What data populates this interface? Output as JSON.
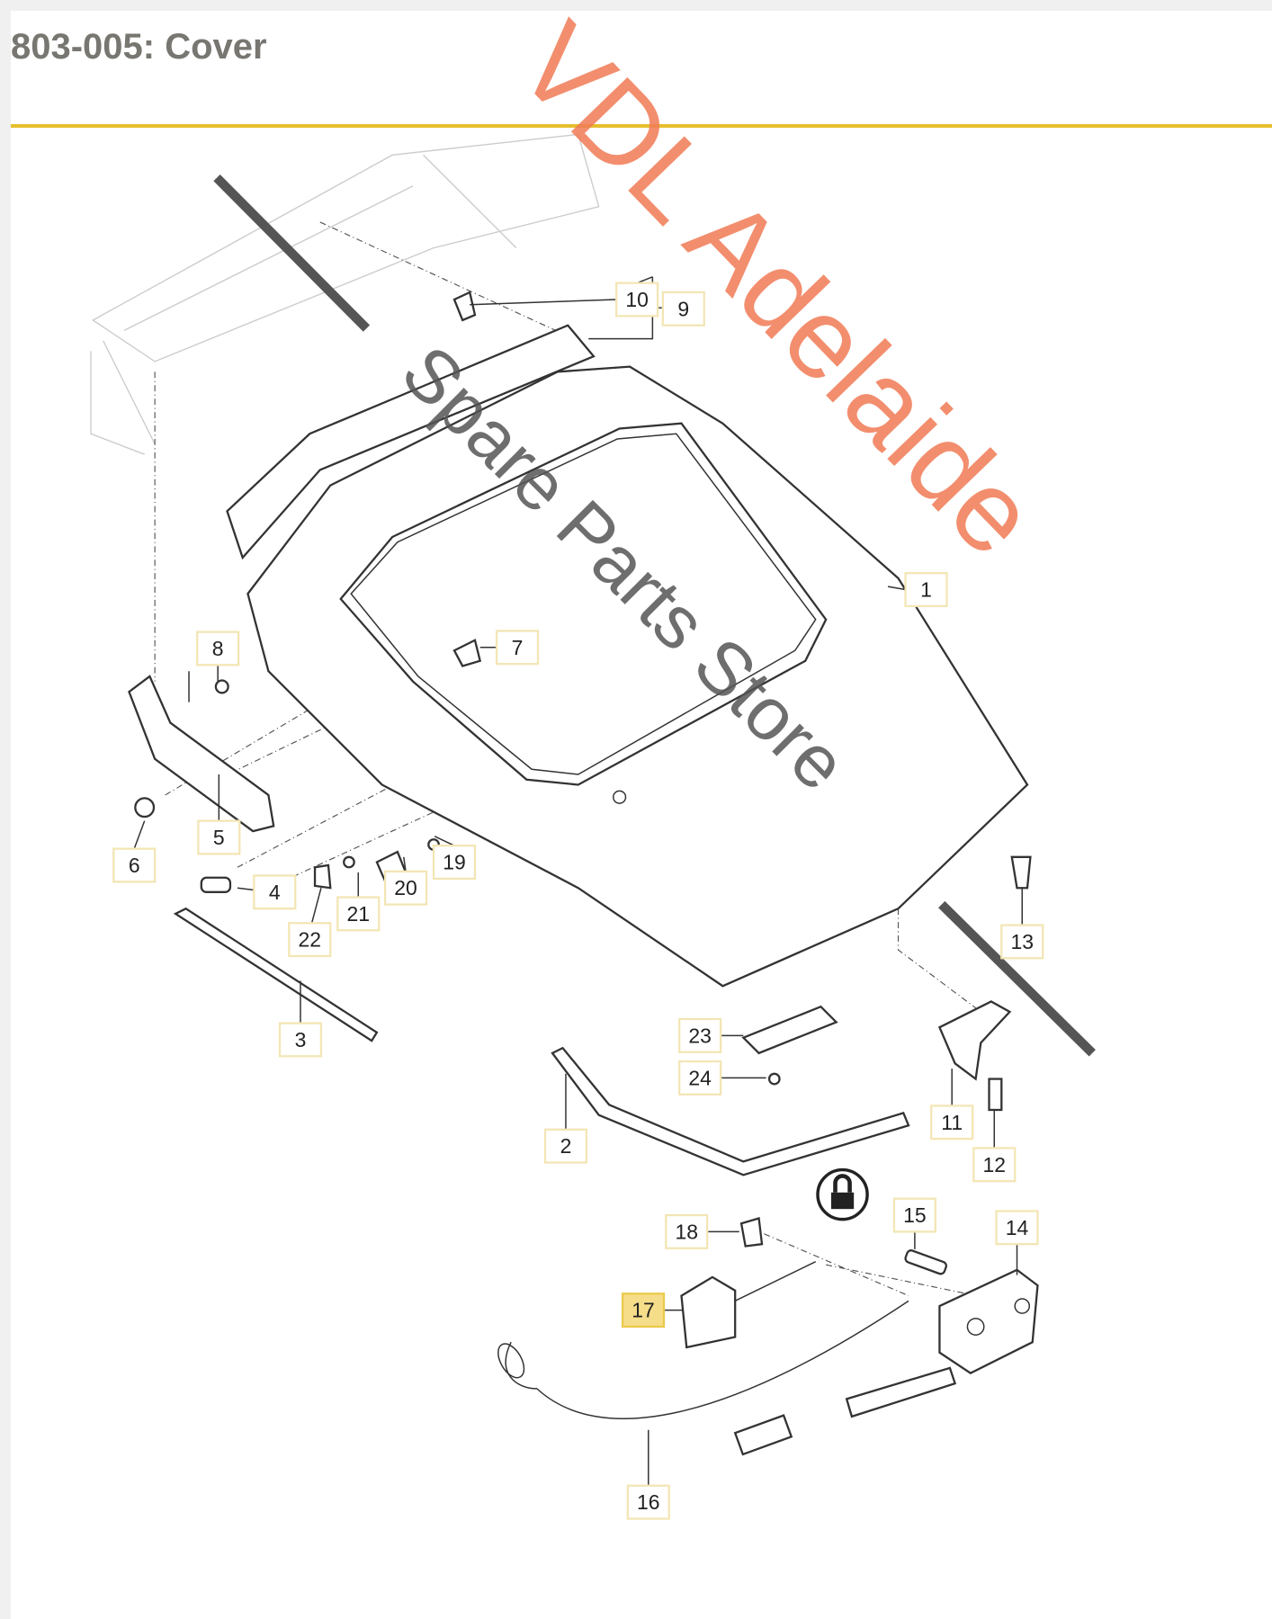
{
  "header": {
    "title": "803-005: Cover"
  },
  "watermark": {
    "brand": "VDL Adelaide",
    "subtitle": "Spare Parts Store"
  },
  "colors": {
    "accent_rule": "#e6bf2e",
    "highlight": "#f5dd8a",
    "watermark_brand": "#f07a55",
    "watermark_sub": "#555555"
  },
  "callouts": [
    {
      "number": "1"
    },
    {
      "number": "2"
    },
    {
      "number": "3"
    },
    {
      "number": "4"
    },
    {
      "number": "5"
    },
    {
      "number": "6"
    },
    {
      "number": "7"
    },
    {
      "number": "8"
    },
    {
      "number": "9"
    },
    {
      "number": "10"
    },
    {
      "number": "11"
    },
    {
      "number": "12"
    },
    {
      "number": "13"
    },
    {
      "number": "14"
    },
    {
      "number": "15"
    },
    {
      "number": "16"
    },
    {
      "number": "17",
      "highlighted": true
    },
    {
      "number": "18"
    },
    {
      "number": "19"
    },
    {
      "number": "20"
    },
    {
      "number": "21"
    },
    {
      "number": "22"
    },
    {
      "number": "23"
    },
    {
      "number": "24"
    }
  ],
  "icons": {
    "lock_symbol": "padlock-circle-icon"
  }
}
